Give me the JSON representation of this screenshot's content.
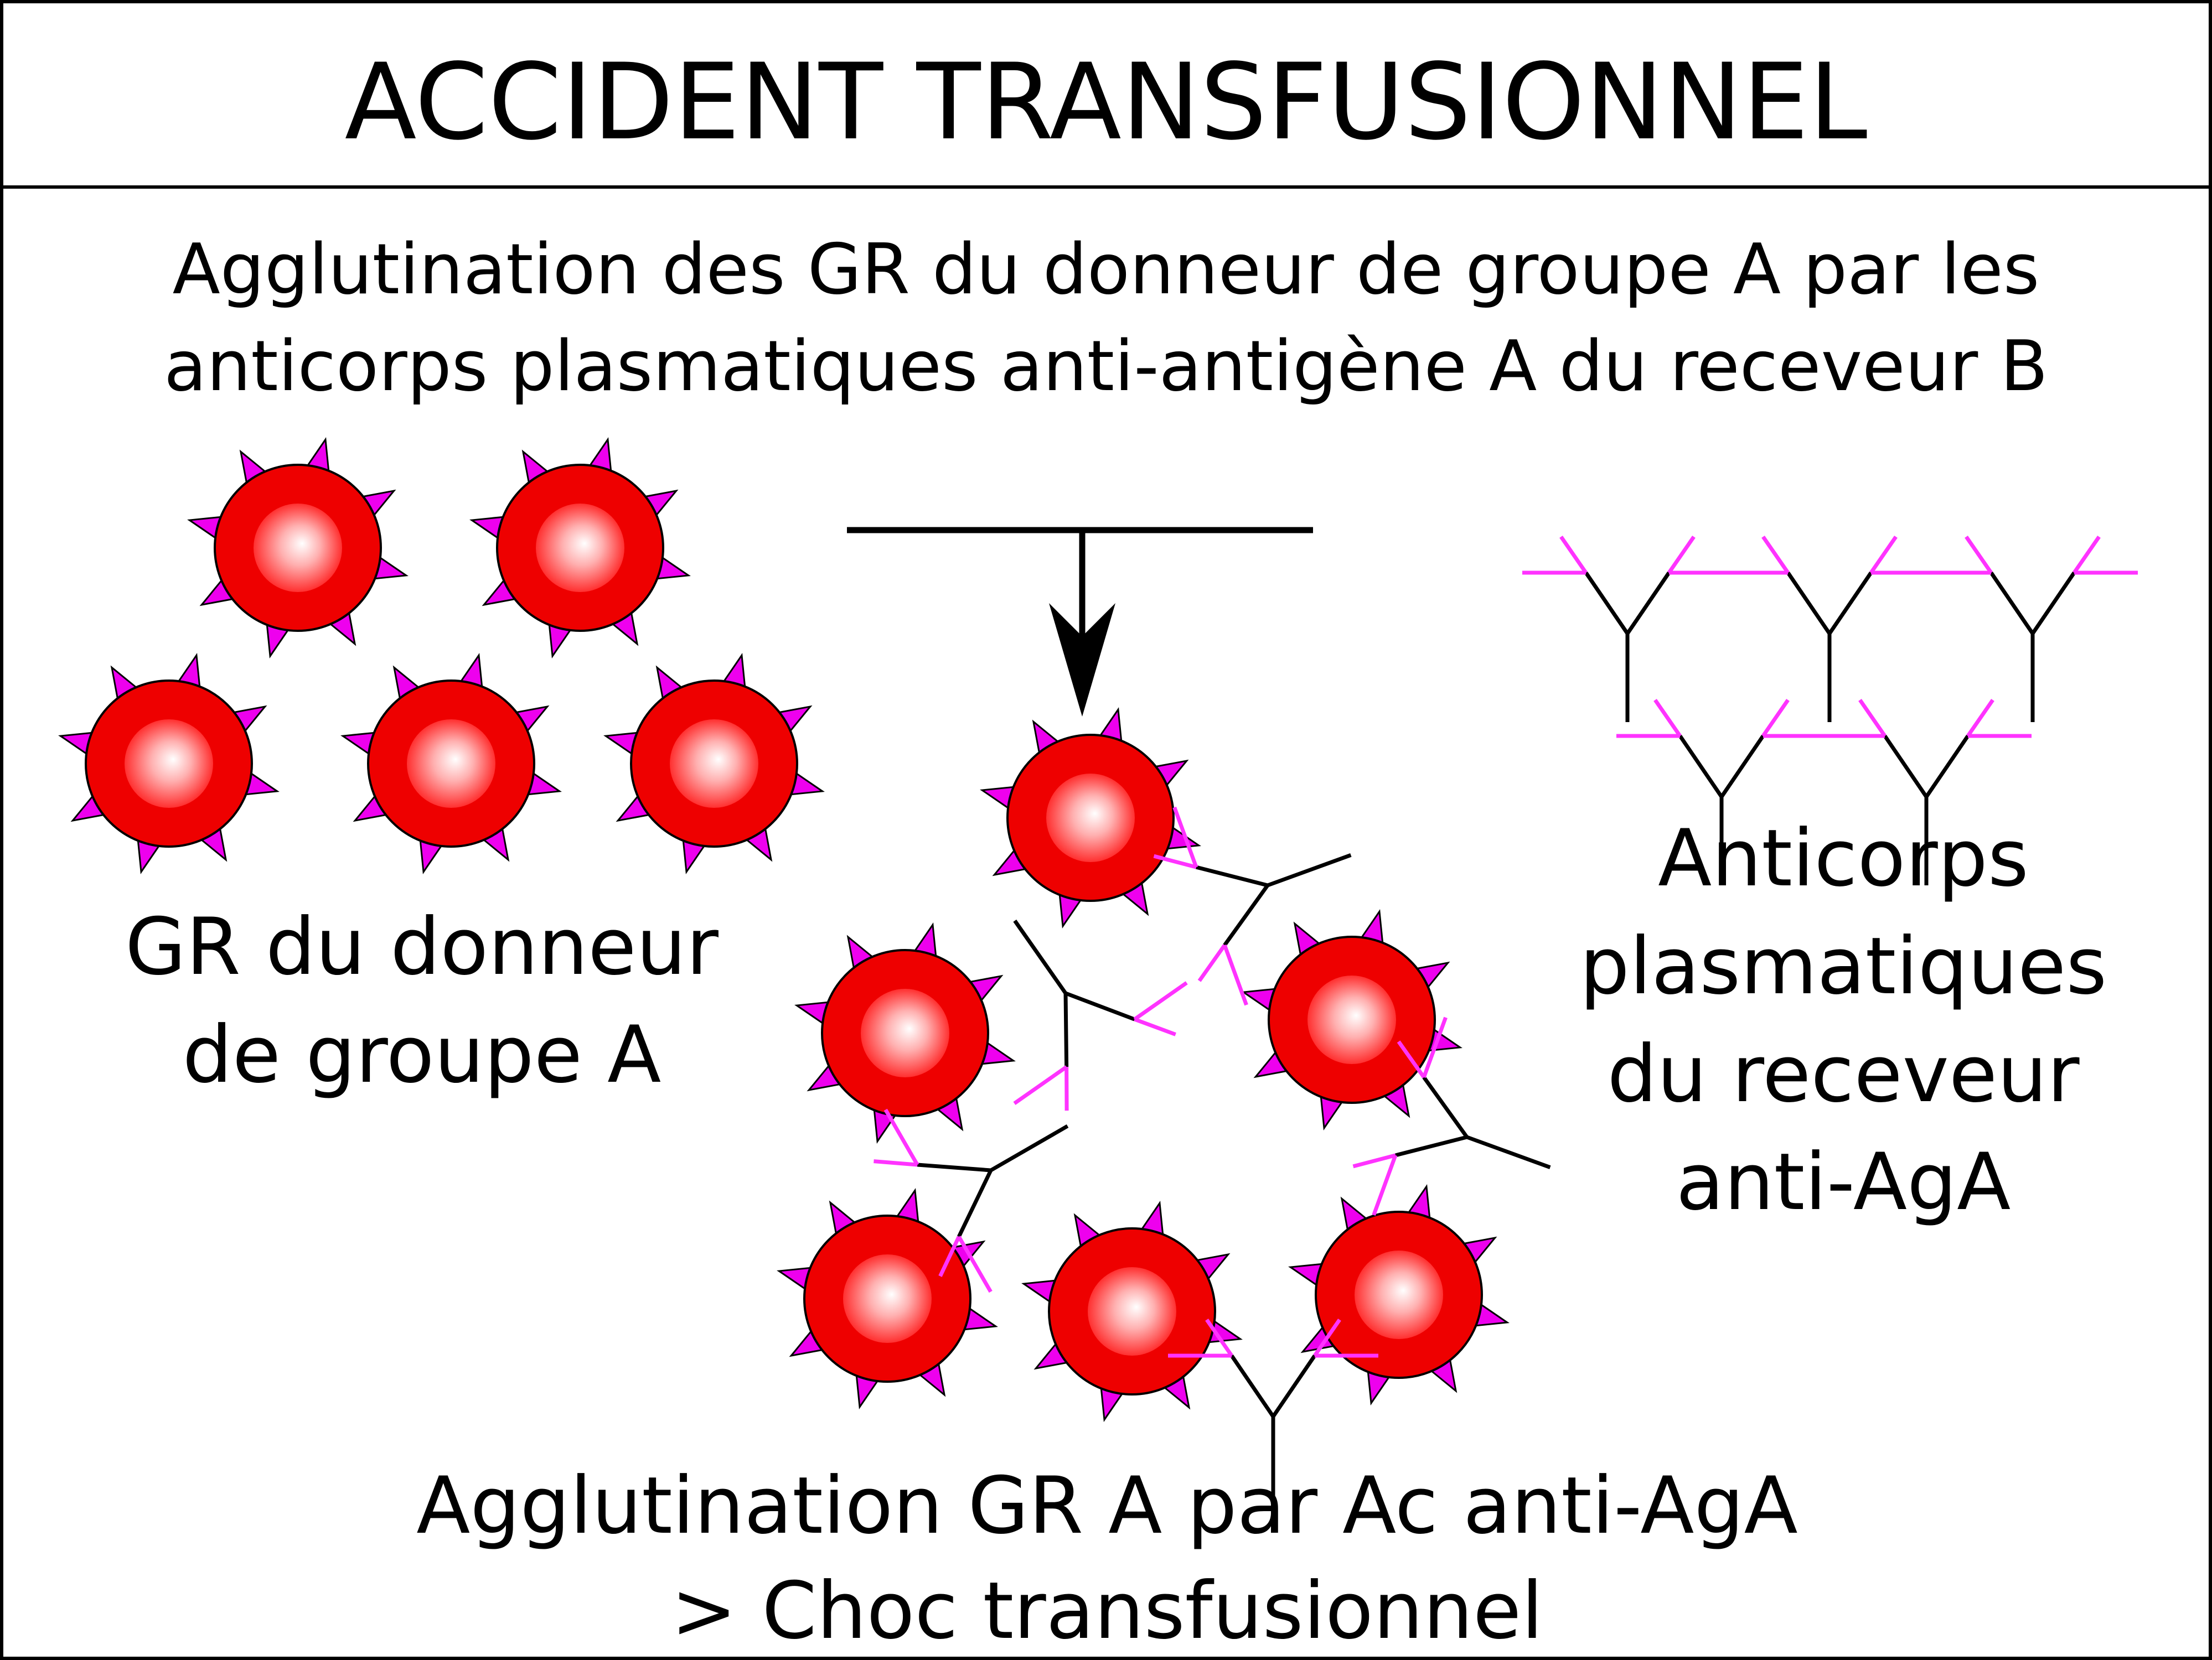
{
  "title": "ACCIDENT TRANSFUSIONNEL",
  "subtitle": {
    "line1": "Agglutination des GR du donneur de groupe A par les",
    "line2": "anticorps plasmatiques anti-antigène A du receveur B"
  },
  "donor_label": {
    "line1": "GR du donneur",
    "line2": "de groupe A"
  },
  "antibody_label": {
    "line1": "Anticorps",
    "line2": "plasmatiques",
    "line3": "du receveur",
    "line4": "anti-AgA"
  },
  "result_label": {
    "line1": "Agglutination GR A par Ac anti-AgA",
    "line2": "> Choc transfusionnel"
  },
  "colors": {
    "cell_fill": "#ee0000",
    "cell_highlight": "#ffffff",
    "antigen": "#ee00ee",
    "antibody_stem": "#000000",
    "antibody_arms": "#ff33ff",
    "frame": "#000000"
  }
}
